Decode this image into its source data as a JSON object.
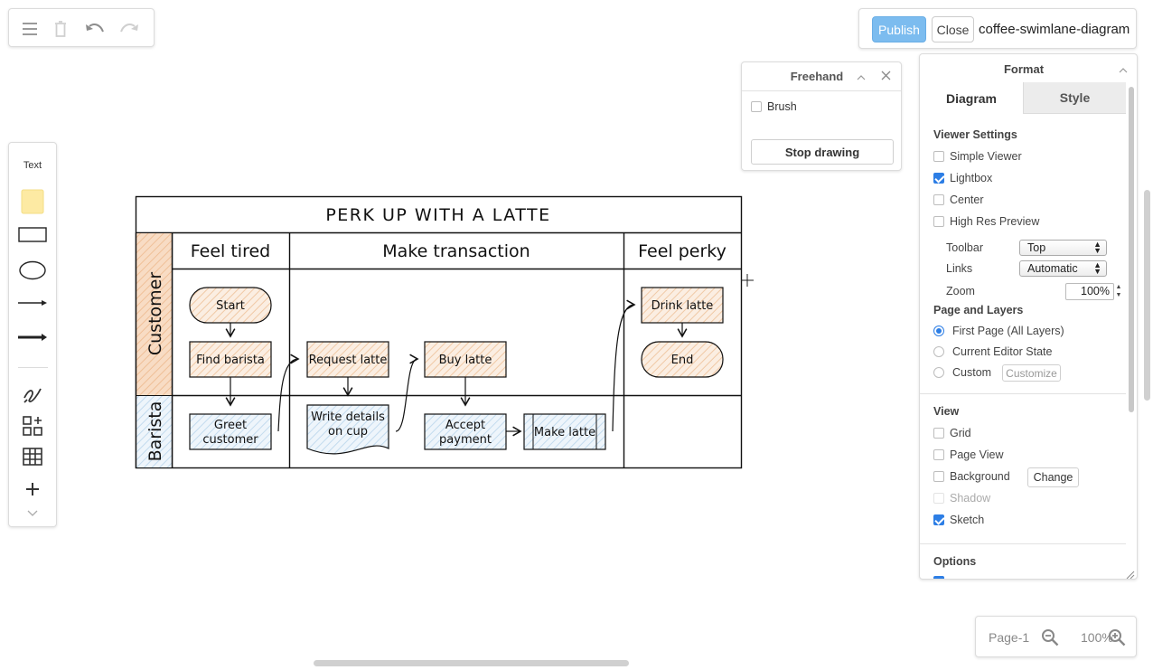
{
  "toolbar": {
    "menu_icon": "hamburger-icon",
    "delete_icon": "trash-icon",
    "undo_icon": "undo-icon",
    "redo_icon": "redo-icon"
  },
  "header": {
    "publish_label": "Publish",
    "close_label": "Close",
    "file_name": "coffee-swimlane-diagram"
  },
  "shapes": {
    "text_label": "Text",
    "items": [
      "note-shape-icon",
      "rectangle-shape-icon",
      "ellipse-shape-icon",
      "line-shape-icon",
      "arrow-shape-icon",
      "freehand-icon",
      "shapes-library-icon",
      "table-icon",
      "add-icon",
      "chevron-down-icon"
    ]
  },
  "freehand": {
    "title": "Freehand",
    "brush_label": "Brush",
    "brush_checked": false,
    "stop_label": "Stop drawing"
  },
  "format": {
    "title": "Format",
    "tabs": [
      "Diagram",
      "Style"
    ],
    "viewer_settings_title": "Viewer Settings",
    "viewer_options": [
      {
        "label": "Simple Viewer",
        "checked": false
      },
      {
        "label": "Lightbox",
        "checked": true
      },
      {
        "label": "Center",
        "checked": false
      },
      {
        "label": "High Res Preview",
        "checked": false
      }
    ],
    "toolbar_label": "Toolbar",
    "toolbar_value": "Top",
    "links_label": "Links",
    "links_value": "Automatic",
    "zoom_label": "Zoom",
    "zoom_value": "100%",
    "page_layers_title": "Page and Layers",
    "page_options": [
      {
        "label": "First Page (All Layers)",
        "checked": true
      },
      {
        "label": "Current Editor State",
        "checked": false
      },
      {
        "label": "Custom",
        "checked": false
      }
    ],
    "customize_label": "Customize",
    "view_title": "View",
    "view_options": [
      {
        "label": "Grid",
        "checked": false
      },
      {
        "label": "Page View",
        "checked": false
      },
      {
        "label": "Background",
        "checked": false
      },
      {
        "label": "Shadow",
        "checked": false,
        "disabled": true
      },
      {
        "label": "Sketch",
        "checked": true
      }
    ],
    "change_label": "Change",
    "options_title": "Options"
  },
  "zoom": {
    "page_label": "Page-1",
    "zoom_value": "100%"
  },
  "diagram": {
    "title": "PERK UP WITH A LATTE",
    "lanes": [
      "Customer",
      "Barista"
    ],
    "phases": [
      "Feel tired",
      "Make transaction",
      "Feel perky"
    ],
    "nodes": {
      "start": "Start",
      "find_barista": "Find barista",
      "request_latte": "Request latte",
      "buy_latte": "Buy latte",
      "drink_latte": "Drink latte",
      "end": "End",
      "greet_customer_1": "Greet",
      "greet_customer_2": "customer",
      "write_details_1": "Write details",
      "write_details_2": "on cup",
      "accept_payment_1": "Accept",
      "accept_payment_2": "payment",
      "make_latte": "Make latte"
    }
  },
  "colors": {
    "accent": "#2d7ee5",
    "publish": "#7cbcef",
    "customer_fill": "#f5d9c0",
    "barista_fill": "#c7dff0",
    "note": "#fdeaa3"
  }
}
